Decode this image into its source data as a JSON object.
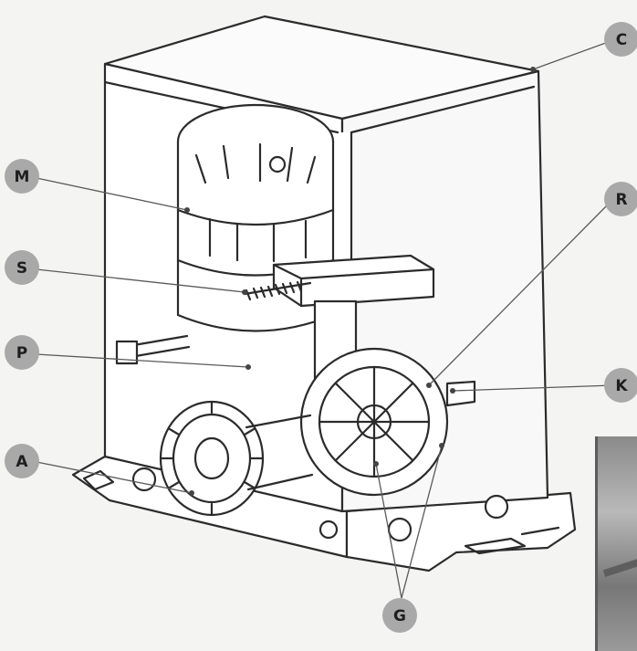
{
  "colors": {
    "background": "#f4f4f2",
    "line": "#2b2b2b",
    "callout_circle": "#a9a9a9",
    "callout_text": "#1e1e1e",
    "leader": "#5a5a5a"
  },
  "callouts": [
    {
      "id": "c",
      "letter": "C"
    },
    {
      "id": "m",
      "letter": "M"
    },
    {
      "id": "r",
      "letter": "R"
    },
    {
      "id": "s",
      "letter": "S"
    },
    {
      "id": "p",
      "letter": "P"
    },
    {
      "id": "k",
      "letter": "K"
    },
    {
      "id": "a",
      "letter": "A"
    },
    {
      "id": "g",
      "letter": "G"
    }
  ]
}
